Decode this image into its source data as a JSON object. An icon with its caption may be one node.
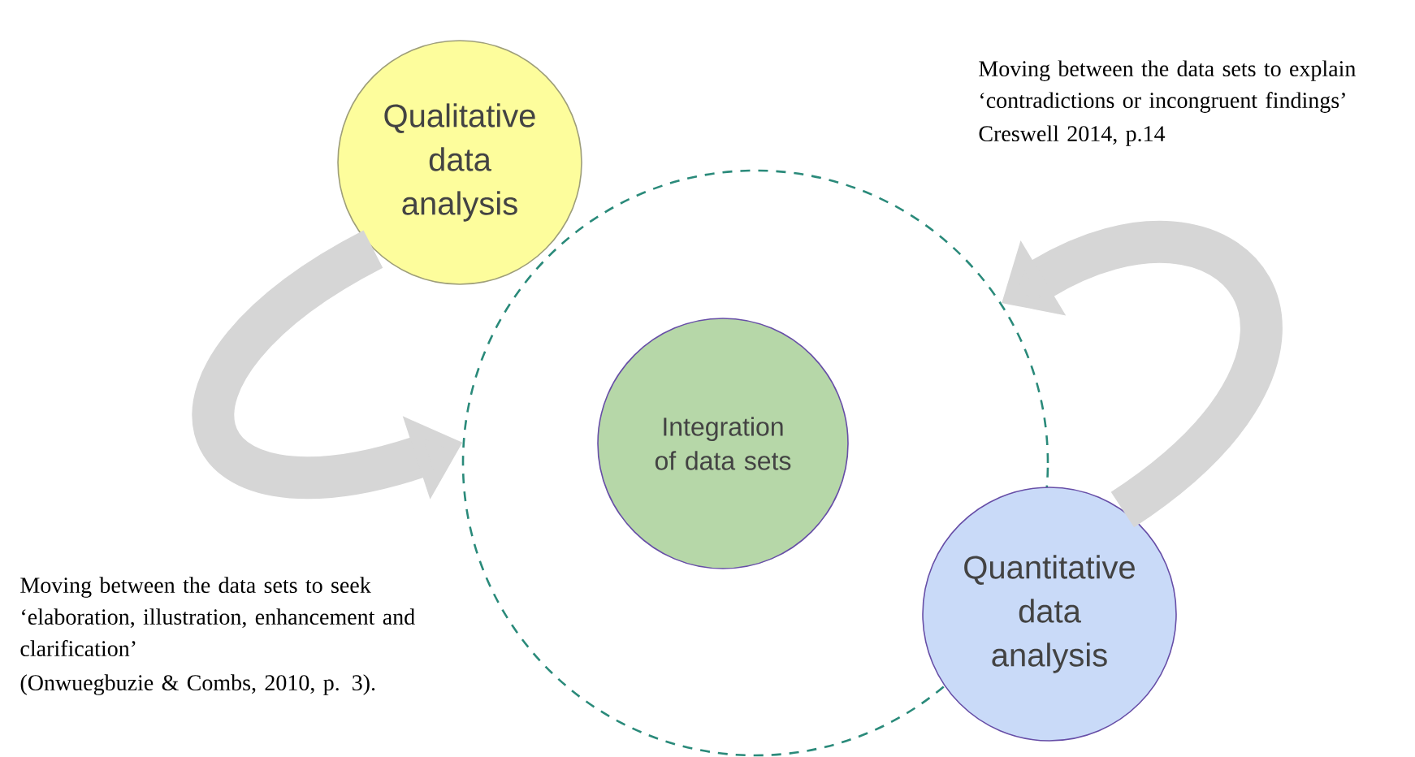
{
  "diagram": {
    "nodes": [
      {
        "text": [
          "Qualitative data analysis"
        ]
      },
      {
        "text": [],
        "shape": "circle"
      },
      {
        "text": [
          "Integration of data sets"
        ],
        "in": 1
      },
      {
        "text": [
          "Quantitative data analysis"
        ]
      }
    ],
    "edges": [
      {
        "from": 0,
        "to": 1,
        "arrow": "to"
      },
      {
        "from": 3,
        "to": 1,
        "arrow": "to"
      }
    ],
    "labels": [
      "Moving between the data sets to explain ‘contradictions or incongruent findings’",
      "Creswell 2014, p.14",
      "Moving between the data sets to seek ‘elaboration, illustration, enhancement and clarification’",
      "(Onwuegbuzie & Combs, 2010, p. 3)."
    ]
  }
}
